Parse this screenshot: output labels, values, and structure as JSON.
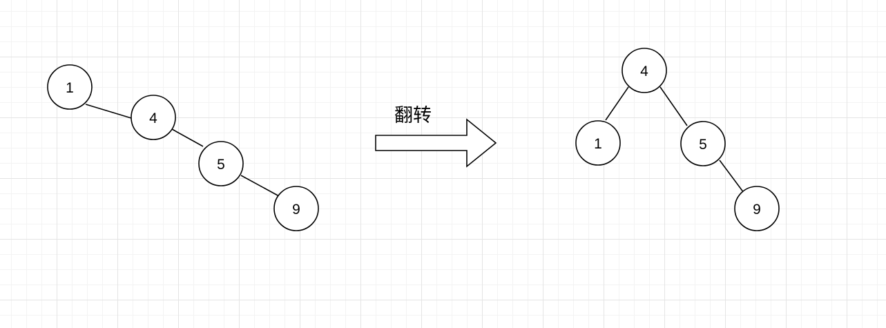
{
  "left_tree": {
    "nodes": [
      "1",
      "4",
      "5",
      "9"
    ]
  },
  "arrow": {
    "label": "翻转"
  },
  "right_tree": {
    "nodes": [
      "4",
      "1",
      "5",
      "9"
    ]
  }
}
